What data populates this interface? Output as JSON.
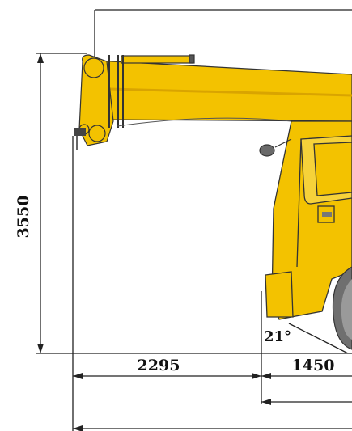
{
  "dimensions": {
    "height": "3550",
    "front_overhang": "2295",
    "cab_to_axle": "1450",
    "approach_angle": "21°"
  },
  "colors": {
    "body_yellow": "#f3c200",
    "body_shadow": "#d9a400",
    "outline": "#333333",
    "dim_line": "#222222",
    "tire": "#6f6f6f"
  }
}
